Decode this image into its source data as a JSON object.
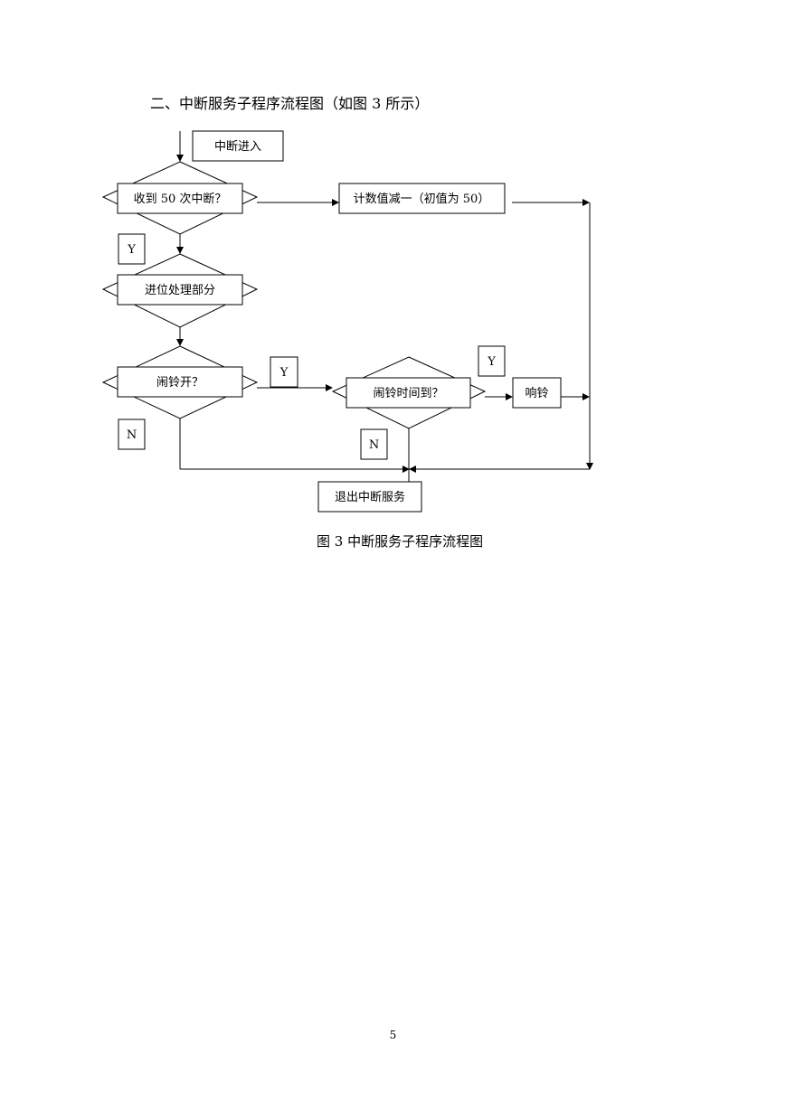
{
  "heading": "二、中断服务子程序流程图（如图 3 所示）",
  "nodes": {
    "entry": "中断进入",
    "check_50": "收到 50 次中断？",
    "decrement": "计数值减一（初值为 50）",
    "carry": "进位处理部分",
    "alarm_on": "闹铃开？",
    "alarm_time": "闹铃时间到？",
    "ring": "响铃",
    "exit": "退出中断服务"
  },
  "edge_labels": {
    "check_50_yes": "Y",
    "alarm_on_yes": "Y",
    "alarm_on_no": "N",
    "alarm_time_yes": "Y",
    "alarm_time_no": "N"
  },
  "caption": "图 3  中断服务子程序流程图",
  "page_number": "5"
}
